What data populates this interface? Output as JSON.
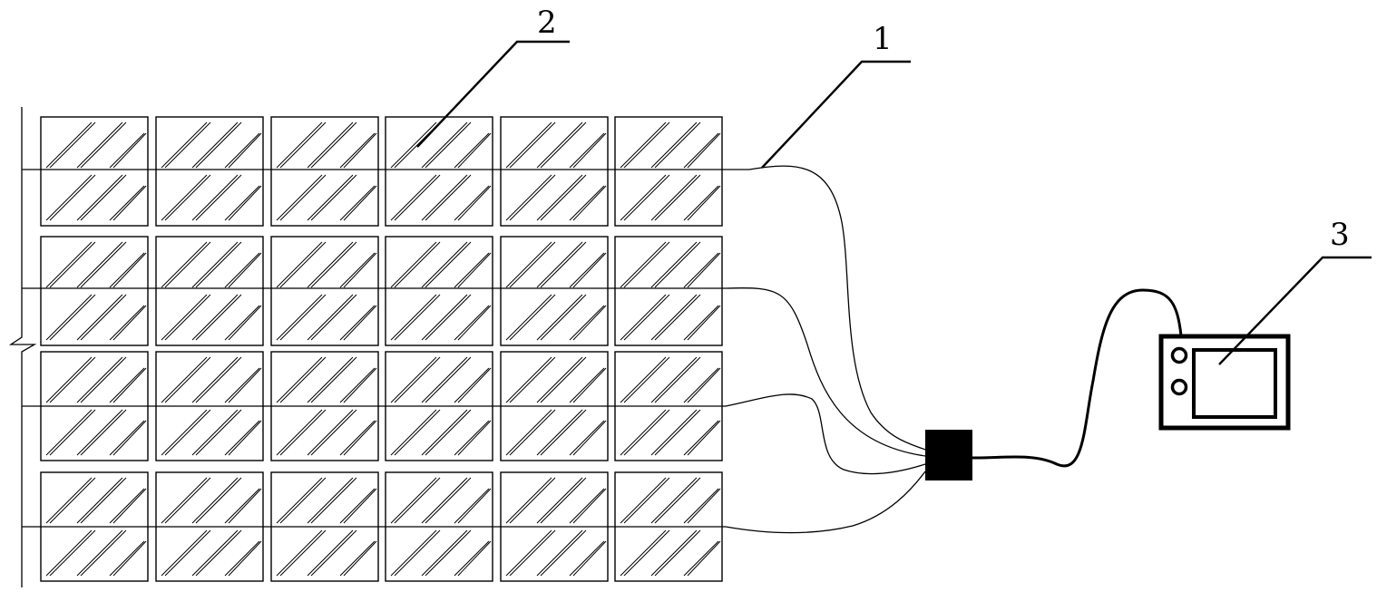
{
  "labels": {
    "wire": "1",
    "panel": "2",
    "monitor": "3"
  },
  "array": {
    "rows": 4,
    "cols": 6
  },
  "colors": {
    "line": "#000000",
    "background": "#ffffff"
  }
}
